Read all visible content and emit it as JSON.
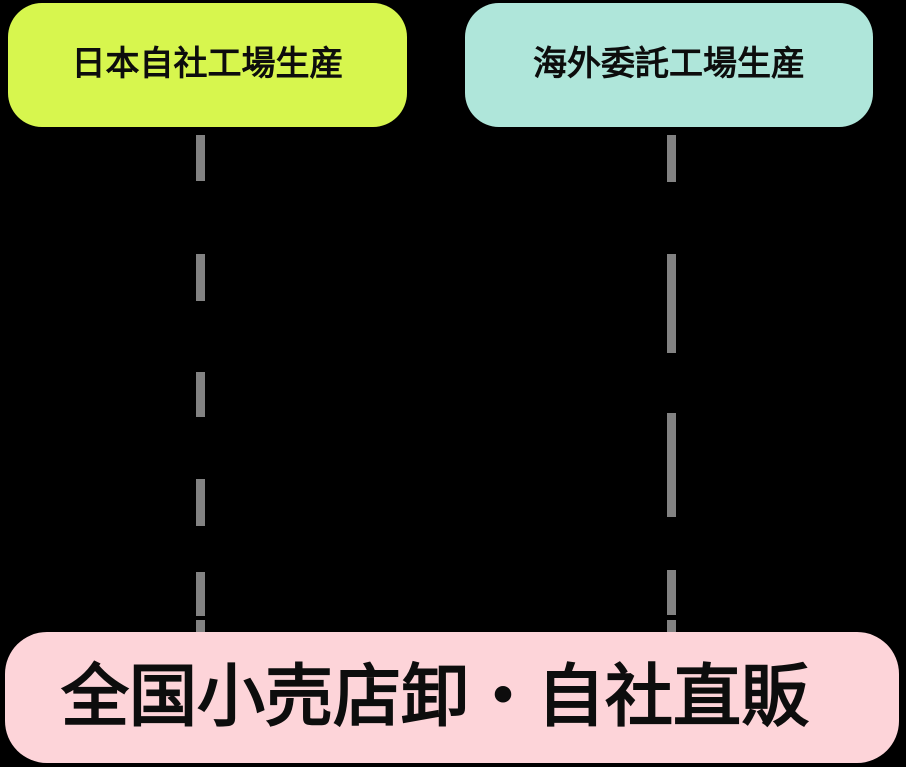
{
  "diagram": {
    "background_color": "#000000",
    "text_color": "#0d0d0d",
    "connector_color": "#828282",
    "nodes": [
      {
        "id": "domestic-production",
        "label": "日本自社工場生産",
        "fill_color": "#d7f64e"
      },
      {
        "id": "overseas-production",
        "label": "海外委託工場生産",
        "fill_color": "#afe6da"
      },
      {
        "id": "nationwide-sales",
        "label": "全国小売店卸・自社直販",
        "fill_color": "#fdd4d9"
      }
    ],
    "connectors": [
      {
        "from": "domestic-production",
        "to": "nationwide-sales",
        "style": "dashed",
        "color": "#828282"
      },
      {
        "from": "overseas-production",
        "to": "nationwide-sales",
        "style": "dashed",
        "color": "#828282"
      }
    ]
  }
}
